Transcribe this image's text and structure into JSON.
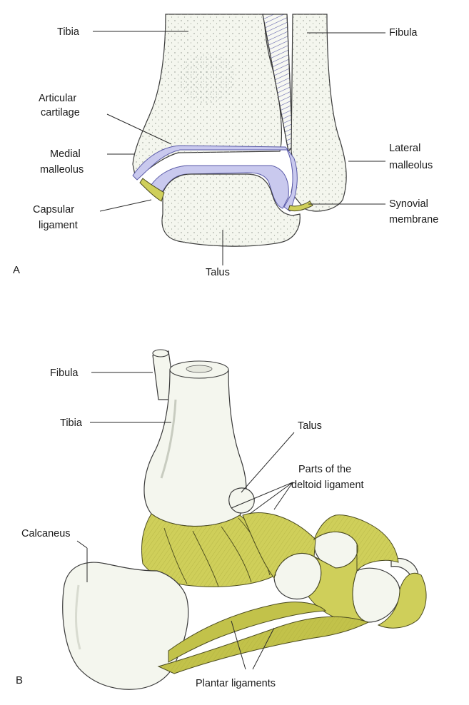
{
  "panel_a": {
    "letter": "A",
    "labels": {
      "tibia": "Tibia",
      "fibula": "Fibula",
      "articular_line1": "Articular",
      "articular_line2": "cartilage",
      "medial_line1": "Medial",
      "medial_line2": "malleolus",
      "lateral_line1": "Lateral",
      "lateral_line2": "malleolus",
      "capsular_line1": "Capsular",
      "capsular_line2": "ligament",
      "synovial_line1": "Synovial",
      "synovial_line2": "membrane",
      "talus": "Talus"
    }
  },
  "panel_b": {
    "letter": "B",
    "labels": {
      "fibula": "Fibula",
      "tibia": "Tibia",
      "talus": "Talus",
      "deltoid_line1": "Parts of the",
      "deltoid_line2": "deltoid ligament",
      "calcaneus": "Calcaneus",
      "plantar": "Plantar ligaments"
    }
  },
  "colors": {
    "bone": "#f4f6ee",
    "ligament": "#cfcf5a",
    "cartilage": "#c9c9ee",
    "fibula_shaft_stripe": "#5050a0"
  }
}
